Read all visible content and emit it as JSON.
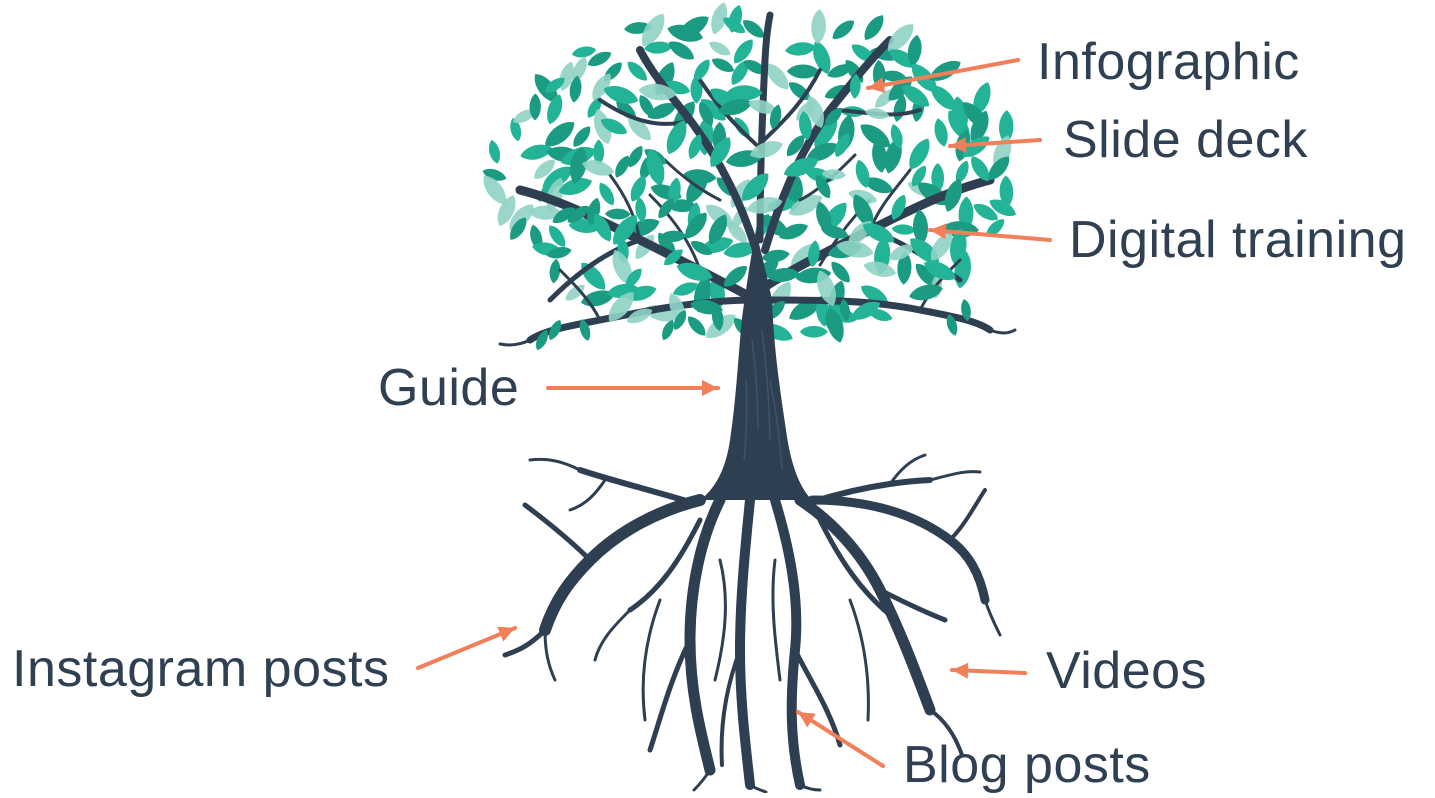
{
  "colors": {
    "trunk": "#2f3f52",
    "leaf_dark": "#1a9b82",
    "leaf_mid": "#23b497",
    "leaf_light": "#8fd3c4",
    "arrow": "#f07f5a",
    "text": "#2f4052"
  },
  "labels": {
    "infographic": "Infographic",
    "slide_deck": "Slide deck",
    "digital_training": "Digital training",
    "guide": "Guide",
    "instagram_posts": "Instagram posts",
    "videos": "Videos",
    "blog_posts": "Blog posts"
  }
}
